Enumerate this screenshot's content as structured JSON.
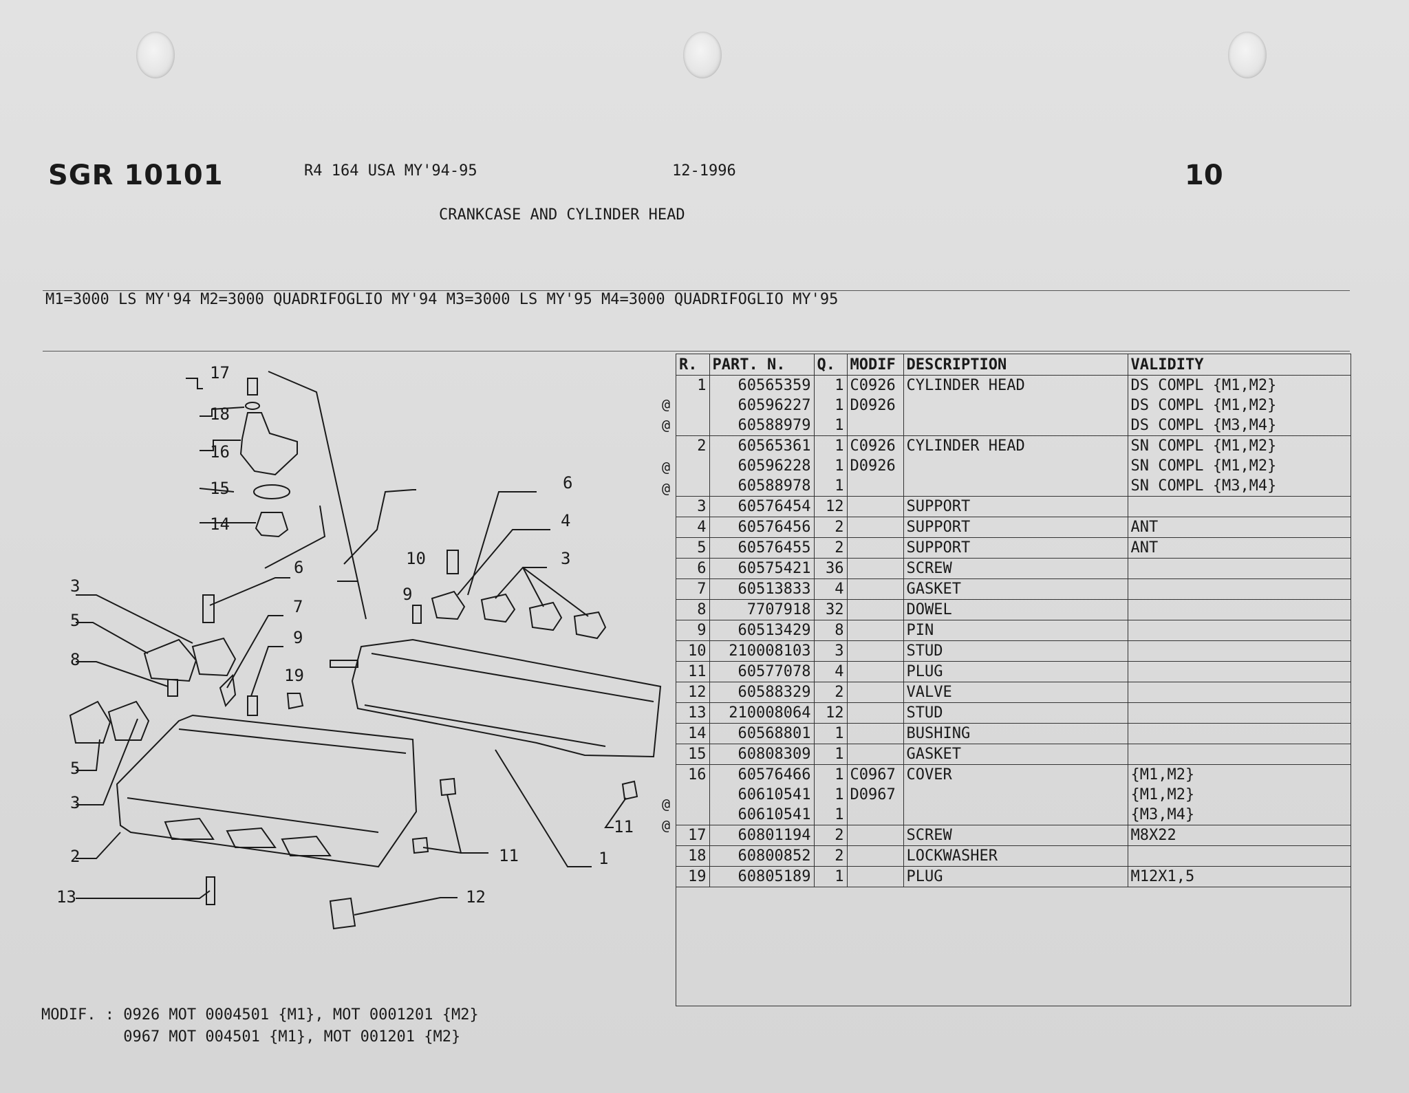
{
  "header": {
    "code": "SGR 10101",
    "model": "R4 164 USA MY'94-95",
    "date": "12-1996",
    "group": "10",
    "title": "CRANKCASE AND CYLINDER HEAD"
  },
  "models_legend": "M1=3000 LS MY'94 M2=3000 QUADRIFOGLIO MY'94 M3=3000 LS MY'95 M4=3000 QUADRIFOGLIO MY'95",
  "table": {
    "columns": [
      "R.",
      "PART. N.",
      "Q.",
      "MODIF",
      "DESCRIPTION",
      "VALIDITY"
    ],
    "rows": [
      {
        "r": "1",
        "part": "60565359",
        "q": "1",
        "modif": "C0926",
        "desc": "CYLINDER HEAD",
        "validity": "DS COMPL {M1,M2}",
        "at": ""
      },
      {
        "r": "",
        "part": "60596227",
        "q": "1",
        "modif": "D0926",
        "desc": "",
        "validity": "DS COMPL {M1,M2}",
        "at": "@"
      },
      {
        "r": "",
        "part": "60588979",
        "q": "1",
        "modif": "",
        "desc": "",
        "validity": "DS COMPL {M3,M4}",
        "at": "@"
      },
      {
        "r": "2",
        "part": "60565361",
        "q": "1",
        "modif": "C0926",
        "desc": "CYLINDER HEAD",
        "validity": "SN COMPL {M1,M2}",
        "at": ""
      },
      {
        "r": "",
        "part": "60596228",
        "q": "1",
        "modif": "D0926",
        "desc": "",
        "validity": "SN COMPL {M1,M2}",
        "at": "@"
      },
      {
        "r": "",
        "part": "60588978",
        "q": "1",
        "modif": "",
        "desc": "",
        "validity": "SN COMPL {M3,M4}",
        "at": "@"
      },
      {
        "r": "3",
        "part": "60576454",
        "q": "12",
        "modif": "",
        "desc": "SUPPORT",
        "validity": "",
        "at": ""
      },
      {
        "r": "4",
        "part": "60576456",
        "q": "2",
        "modif": "",
        "desc": "SUPPORT",
        "validity": "ANT",
        "at": ""
      },
      {
        "r": "5",
        "part": "60576455",
        "q": "2",
        "modif": "",
        "desc": "SUPPORT",
        "validity": "ANT",
        "at": ""
      },
      {
        "r": "6",
        "part": "60575421",
        "q": "36",
        "modif": "",
        "desc": "SCREW",
        "validity": "",
        "at": ""
      },
      {
        "r": "7",
        "part": "60513833",
        "q": "4",
        "modif": "",
        "desc": "GASKET",
        "validity": "",
        "at": ""
      },
      {
        "r": "8",
        "part": "7707918",
        "q": "32",
        "modif": "",
        "desc": "DOWEL",
        "validity": "",
        "at": ""
      },
      {
        "r": "9",
        "part": "60513429",
        "q": "8",
        "modif": "",
        "desc": "PIN",
        "validity": "",
        "at": ""
      },
      {
        "r": "10",
        "part": "210008103",
        "q": "3",
        "modif": "",
        "desc": "STUD",
        "validity": "",
        "at": ""
      },
      {
        "r": "11",
        "part": "60577078",
        "q": "4",
        "modif": "",
        "desc": "PLUG",
        "validity": "",
        "at": ""
      },
      {
        "r": "12",
        "part": "60588329",
        "q": "2",
        "modif": "",
        "desc": "VALVE",
        "validity": "",
        "at": ""
      },
      {
        "r": "13",
        "part": "210008064",
        "q": "12",
        "modif": "",
        "desc": "STUD",
        "validity": "",
        "at": ""
      },
      {
        "r": "14",
        "part": "60568801",
        "q": "1",
        "modif": "",
        "desc": "BUSHING",
        "validity": "",
        "at": ""
      },
      {
        "r": "15",
        "part": "60808309",
        "q": "1",
        "modif": "",
        "desc": "GASKET",
        "validity": "",
        "at": ""
      },
      {
        "r": "16",
        "part": "60576466",
        "q": "1",
        "modif": "C0967",
        "desc": "COVER",
        "validity": "{M1,M2}",
        "at": ""
      },
      {
        "r": "",
        "part": "60610541",
        "q": "1",
        "modif": "D0967",
        "desc": "",
        "validity": "{M1,M2}",
        "at": "@"
      },
      {
        "r": "",
        "part": "60610541",
        "q": "1",
        "modif": "",
        "desc": "",
        "validity": "{M3,M4}",
        "at": "@"
      },
      {
        "r": "17",
        "part": "60801194",
        "q": "2",
        "modif": "",
        "desc": "SCREW",
        "validity": "M8X22",
        "at": ""
      },
      {
        "r": "18",
        "part": "60800852",
        "q": "2",
        "modif": "",
        "desc": "LOCKWASHER",
        "validity": "",
        "at": ""
      },
      {
        "r": "19",
        "part": "60805189",
        "q": "1",
        "modif": "",
        "desc": "PLUG",
        "validity": "M12X1,5",
        "at": ""
      }
    ]
  },
  "diagram_labels": [
    "17",
    "18",
    "16",
    "15",
    "14",
    "6",
    "4",
    "3",
    "10",
    "9",
    "6",
    "3",
    "5",
    "7",
    "9",
    "8",
    "19",
    "5",
    "3",
    "2",
    "13",
    "11",
    "1",
    "11",
    "12"
  ],
  "modif_note": {
    "line1": "MODIF. : 0926 MOT 0004501 {M1}, MOT 0001201 {M2}",
    "line2": "         0967 MOT 004501 {M1}, MOT 001201 {M2}"
  }
}
